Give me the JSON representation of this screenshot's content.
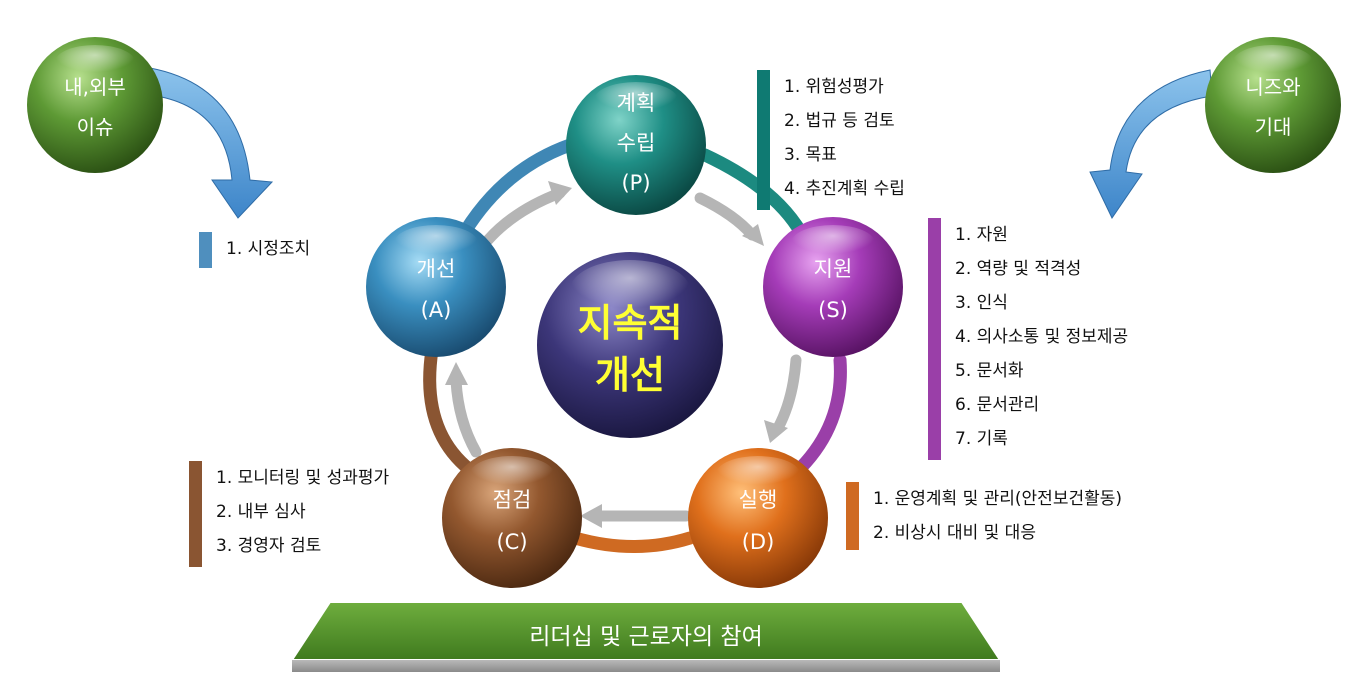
{
  "colors": {
    "plan": "#0f7a72",
    "support": "#9a3fa8",
    "do": "#cf6a22",
    "check": "#8a5532",
    "act": "#3f87b5",
    "green": "#5f9a3c",
    "center": "#3b3676",
    "center_text": "#ffff33"
  },
  "center": {
    "line1": "지속적",
    "line2": "개선"
  },
  "nodes": {
    "plan": {
      "line1": "계획",
      "line2": "수립",
      "line3": "(P)"
    },
    "support": {
      "line1": "지원",
      "line2": "(S)"
    },
    "do": {
      "line1": "실행",
      "line2": "(D)"
    },
    "check": {
      "line1": "점검",
      "line2": "(C)"
    },
    "act": {
      "line1": "개선",
      "line2": "(A)"
    }
  },
  "inputs": {
    "left": {
      "line1": "내,외부",
      "line2": "이슈"
    },
    "right": {
      "line1": "니즈와",
      "line2": "기대"
    }
  },
  "lists": {
    "plan": [
      "1. 위험성평가",
      "2. 법규 등 검토",
      "3. 목표",
      "4. 추진계획 수립"
    ],
    "support": [
      "1. 자원",
      "2. 역량 및 적격성",
      "3. 인식",
      "4. 의사소통 및 정보제공",
      "5. 문서화",
      "6. 문서관리",
      "7. 기록"
    ],
    "do": [
      "1. 운영계획 및 관리(안전보건활동)",
      "2. 비상시 대비 및 대응"
    ],
    "check": [
      "1. 모니터링 및 성과평가",
      "2. 내부 심사",
      "3. 경영자 검토"
    ],
    "act": [
      "1. 시정조치"
    ]
  },
  "base": {
    "label": "리더십 및 근로자의 참여"
  }
}
